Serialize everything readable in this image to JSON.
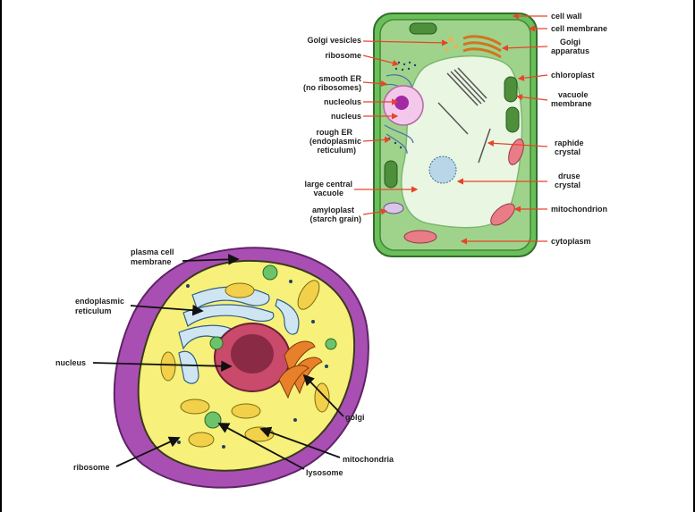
{
  "plant_cell": {
    "labels_left": {
      "golgi_vesicles": "Golgi vesicles",
      "ribosome": "ribosome",
      "smooth_er_1": "smooth ER",
      "smooth_er_2": "(no ribosomes)",
      "nucleolus": "nucleolus",
      "nucleus": "nucleus",
      "rough_er_1": "rough ER",
      "rough_er_2": "(endoplasmic",
      "rough_er_3": "reticulum)",
      "vacuole_1": "large central",
      "vacuole_2": "vacuole",
      "amyloplast_1": "amyloplast",
      "amyloplast_2": "(starch grain)"
    },
    "labels_right": {
      "cell_wall": "cell wall",
      "cell_membrane": "cell membrane",
      "golgi_1": "Golgi",
      "golgi_2": "apparatus",
      "chloroplast": "chloroplast",
      "vacuole_membrane_1": "vacuole",
      "vacuole_membrane_2": "membrane",
      "raphide_1": "raphide",
      "raphide_2": "crystal",
      "druse_1": "druse",
      "druse_2": "crystal",
      "mitochondrion": "mitochondrion",
      "cytoplasm": "cytoplasm"
    }
  },
  "animal_cell": {
    "plasma_1": "plasma cell",
    "plasma_2": "membrane",
    "er_1": "endoplasmic",
    "er_2": "reticulum",
    "nucleus": "nucleus",
    "golgi": "golgi",
    "mitochondria": "mitochondria",
    "ribosome": "ribosome",
    "lysosome": "lysosome"
  },
  "colors": {
    "plant_arrow": "#e8442a",
    "cell_wall": "#6bbf5a",
    "cytoplasm": "#9fd38c",
    "vacuole": "#e9f6e2",
    "animal_membrane": "#a94fb4",
    "animal_cytoplasm": "#f7f07a",
    "animal_nucleus": "#c94a6a"
  }
}
